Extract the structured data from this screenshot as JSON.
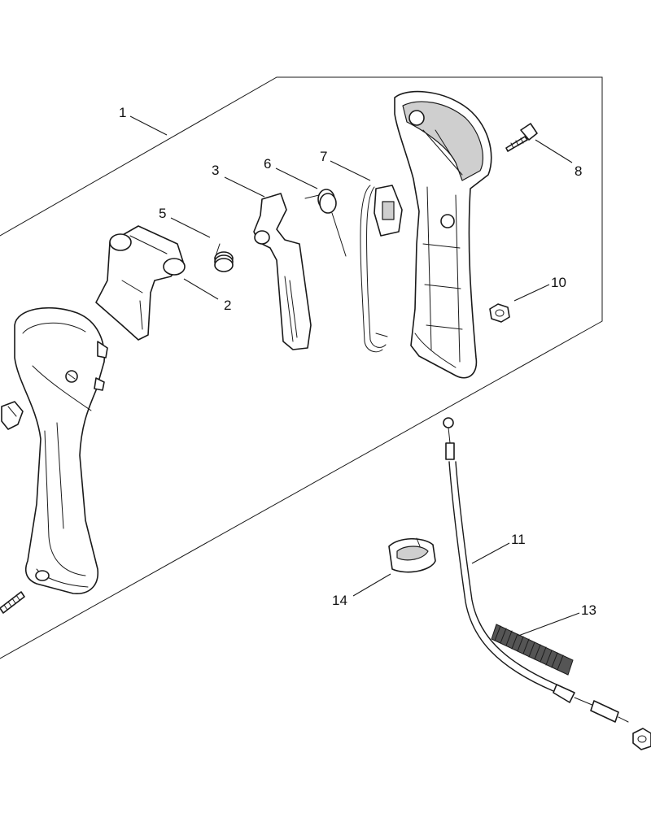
{
  "callouts": {
    "c1": "1",
    "c2": "2",
    "c3": "3",
    "c5": "5",
    "c6": "6",
    "c7": "7",
    "c8": "8",
    "c10": "10",
    "c11": "11",
    "c13": "13",
    "c14": "14"
  }
}
